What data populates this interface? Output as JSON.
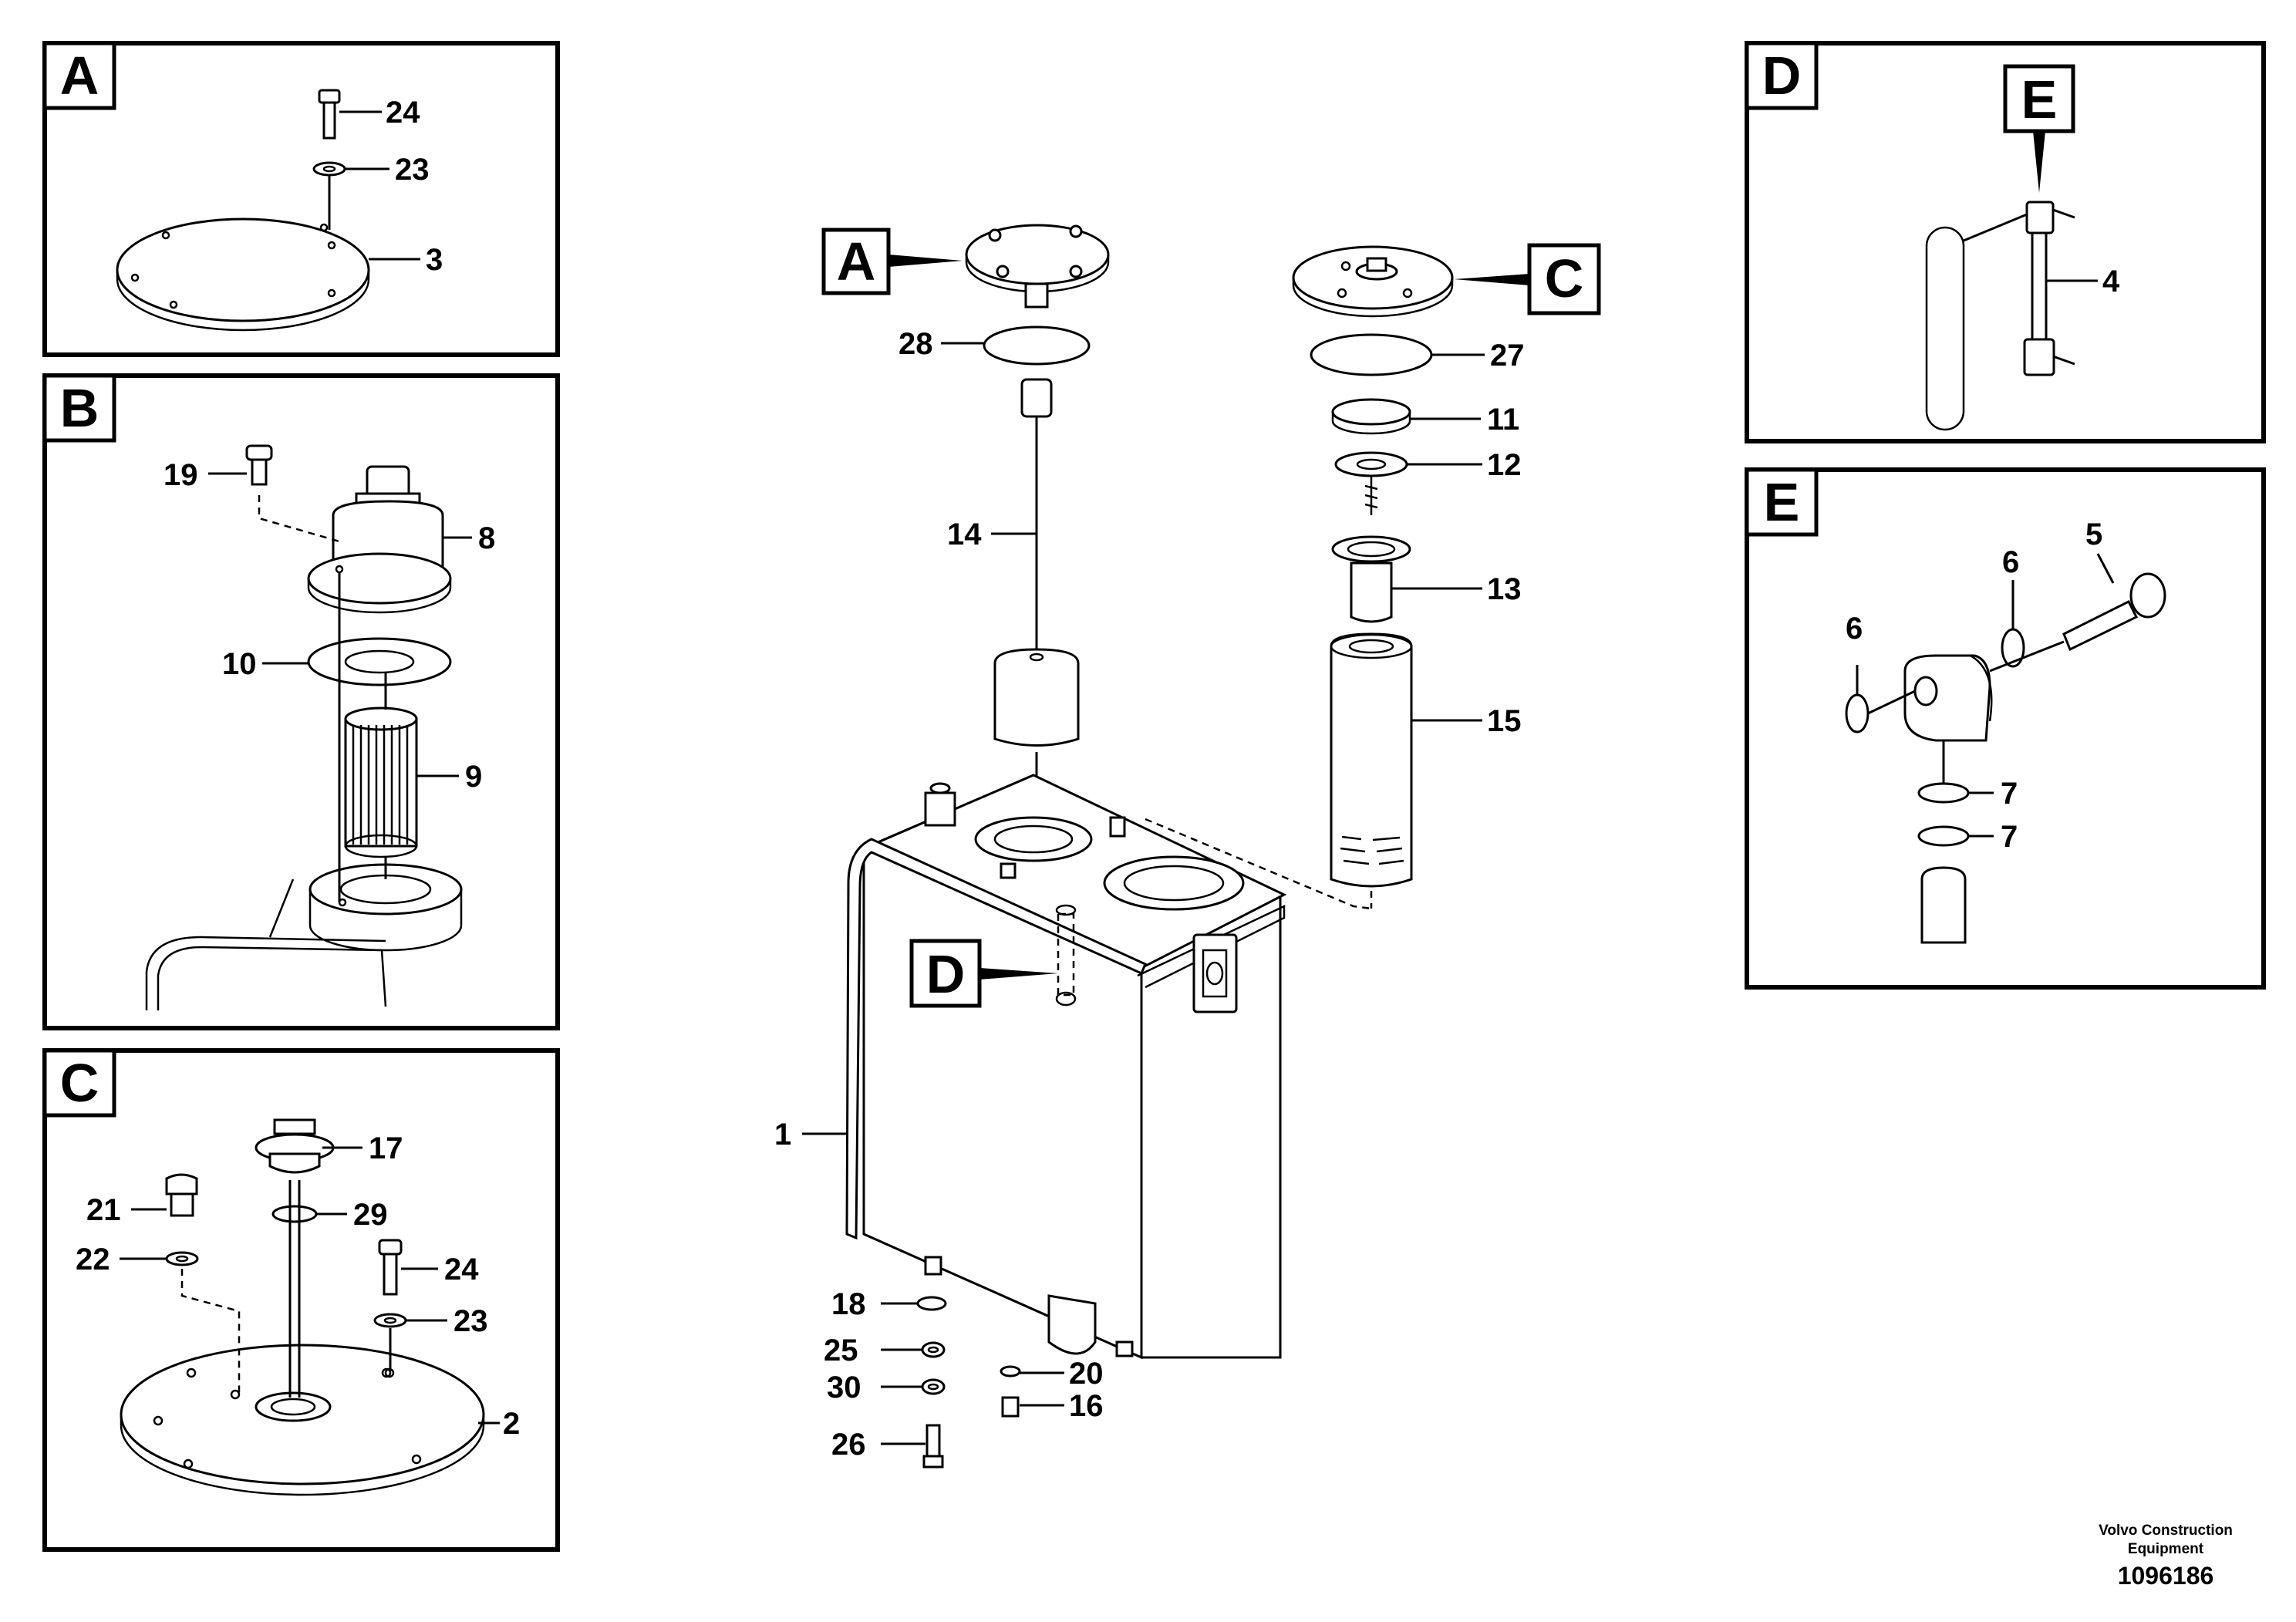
{
  "callouts": {
    "A": "A",
    "B": "B",
    "C": "C",
    "D": "D",
    "E": "E"
  },
  "parts": {
    "p1": "1",
    "p2": "2",
    "p3": "3",
    "p4": "4",
    "p5": "5",
    "p6": "6",
    "p7": "7",
    "p8": "8",
    "p9": "9",
    "p10": "10",
    "p11": "11",
    "p12": "12",
    "p13": "13",
    "p14": "14",
    "p15": "15",
    "p16": "16",
    "p17": "17",
    "p18": "18",
    "p19": "19",
    "p20": "20",
    "p21": "21",
    "p22": "22",
    "p23": "23",
    "p24": "24",
    "p25": "25",
    "p26": "26",
    "p27": "27",
    "p28": "28",
    "p29": "29",
    "p30": "30"
  },
  "footer": {
    "brand_line1": "Volvo Construction",
    "brand_line2": "Equipment",
    "drawing_number": "1096186"
  }
}
